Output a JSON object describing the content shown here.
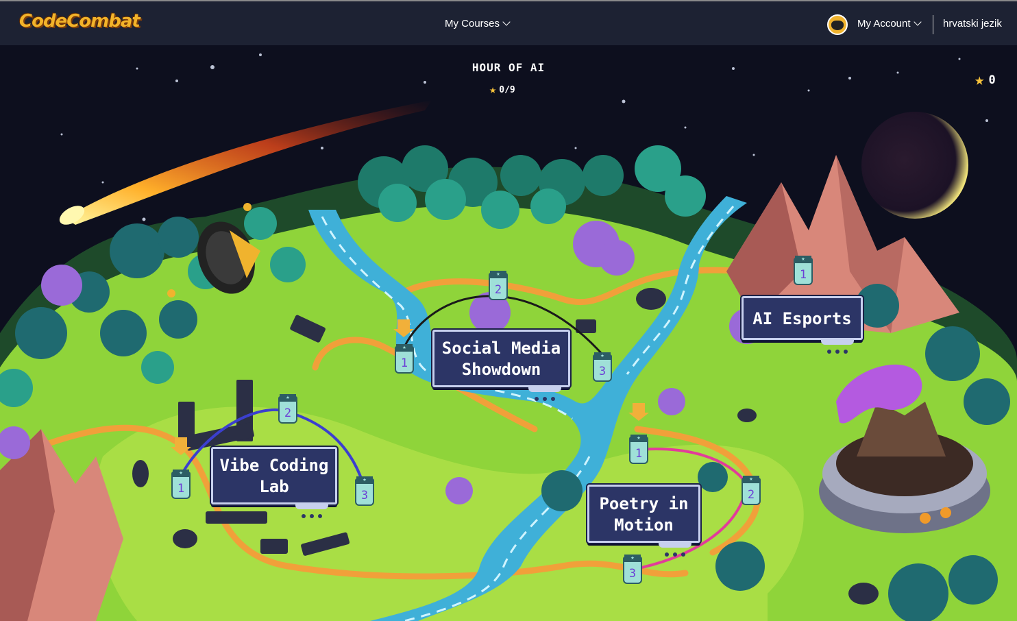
{
  "header": {
    "logo": "CodeCombat",
    "my_courses": "My Courses",
    "my_account": "My Account",
    "language": "hrvatski jezik"
  },
  "hud": {
    "title": "HOUR OF AI",
    "progress": "0/9",
    "star_count": "0"
  },
  "levels": [
    {
      "name": "Social Media Showdown",
      "line1": "Social Media",
      "line2": "Showdown",
      "nodes": [
        "1",
        "2",
        "3"
      ],
      "path_color": "#1a1a1a"
    },
    {
      "name": "AI Esports",
      "line1": "AI Esports",
      "nodes": [
        "1"
      ]
    },
    {
      "name": "Vibe Coding Lab",
      "line1": "Vibe Coding",
      "line2": "Lab",
      "nodes": [
        "1",
        "2",
        "3"
      ],
      "path_color": "#3b3fcf"
    },
    {
      "name": "Poetry in Motion",
      "line1": "Poetry in",
      "line2": "Motion",
      "nodes": [
        "1",
        "2",
        "3"
      ],
      "path_color": "#e23c9a"
    }
  ],
  "colors": {
    "topbar": "#1d2233",
    "grass": "#8fd43a",
    "river": "#3fb0d8",
    "path": "#f1a03a",
    "label_bg": "#2c3566",
    "star": "#f6c23b"
  }
}
